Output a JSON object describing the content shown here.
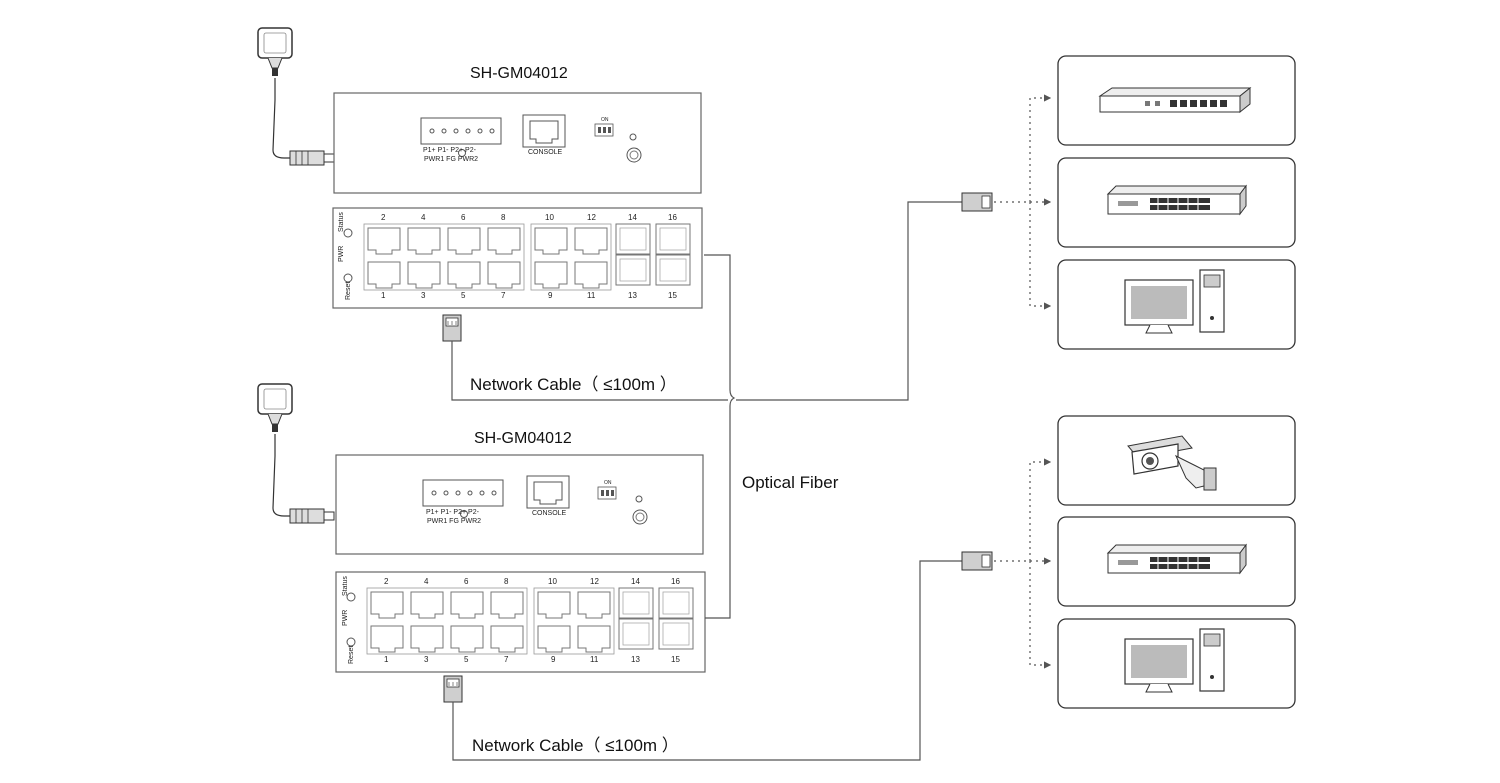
{
  "switches": [
    {
      "model": "SH-GM04012",
      "top_panel": {
        "terminal_label_top": "P1+ P1-    P2+ P2-",
        "terminal_label_bottom": "PWR1   FG   PWR2",
        "console_label": "CONSOLE",
        "dip_label": "ON"
      },
      "front_panel": {
        "led_labels": [
          "Status",
          "PWR",
          "Reset"
        ],
        "top_port_numbers": [
          "2",
          "4",
          "6",
          "8",
          "10",
          "12",
          "14",
          "16"
        ],
        "bottom_port_numbers": [
          "1",
          "3",
          "5",
          "7",
          "9",
          "11",
          "13",
          "15"
        ]
      },
      "cable_label": "Network Cable（ ≤100m ）"
    },
    {
      "model": "SH-GM04012",
      "top_panel": {
        "terminal_label_top": "P1+ P1-    P2+ P2-",
        "terminal_label_bottom": "PWR1   FG   PWR2",
        "console_label": "CONSOLE",
        "dip_label": "ON"
      },
      "front_panel": {
        "led_labels": [
          "Status",
          "PWR",
          "Reset"
        ],
        "top_port_numbers": [
          "2",
          "4",
          "6",
          "8",
          "10",
          "12",
          "14",
          "16"
        ],
        "bottom_port_numbers": [
          "1",
          "3",
          "5",
          "7",
          "9",
          "11",
          "13",
          "15"
        ]
      },
      "cable_label": "Network Cable（ ≤100m ）"
    }
  ],
  "fiber_label": "Optical Fiber",
  "devices_group_1": [
    "router-icon",
    "switch-icon",
    "computer-icon"
  ],
  "devices_group_2": [
    "camera-icon",
    "switch-icon",
    "computer-icon"
  ]
}
